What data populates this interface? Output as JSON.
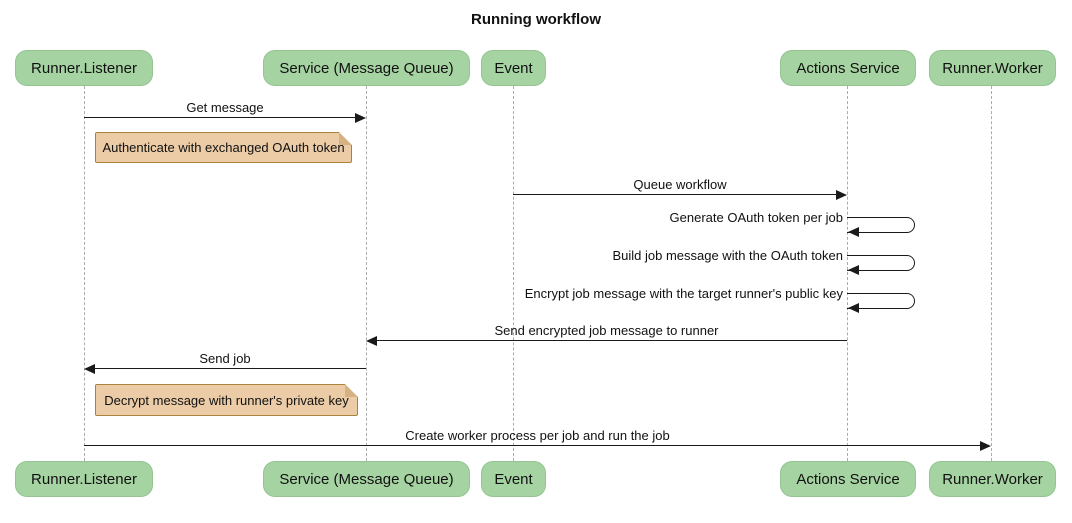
{
  "title": "Running workflow",
  "colors": {
    "actor_fill": "#A6D3A2",
    "actor_border": "#93C492",
    "note_fill": "#EBCCA6",
    "note_border": "#A9823C",
    "note_fold": "#D6B183",
    "line": "#1a1a1a",
    "lifeline": "#ABABAB"
  },
  "participants": [
    "Runner.Listener",
    "Service (Message Queue)",
    "Event",
    "Actions Service",
    "Runner.Worker"
  ],
  "messages": {
    "get_message": "Get message",
    "queue_workflow": "Queue workflow",
    "generate_token": "Generate OAuth token per job",
    "build_job_message": "Build job message with the OAuth token",
    "encrypt_job_message": "Encrypt job message with the target runner's public key",
    "send_encrypted": "Send encrypted job message to runner",
    "send_job": "Send job",
    "create_worker": "Create worker process per job and run the job"
  },
  "notes": {
    "authenticate": "Authenticate with exchanged OAuth token",
    "decrypt": "Decrypt message with runner's private key"
  }
}
